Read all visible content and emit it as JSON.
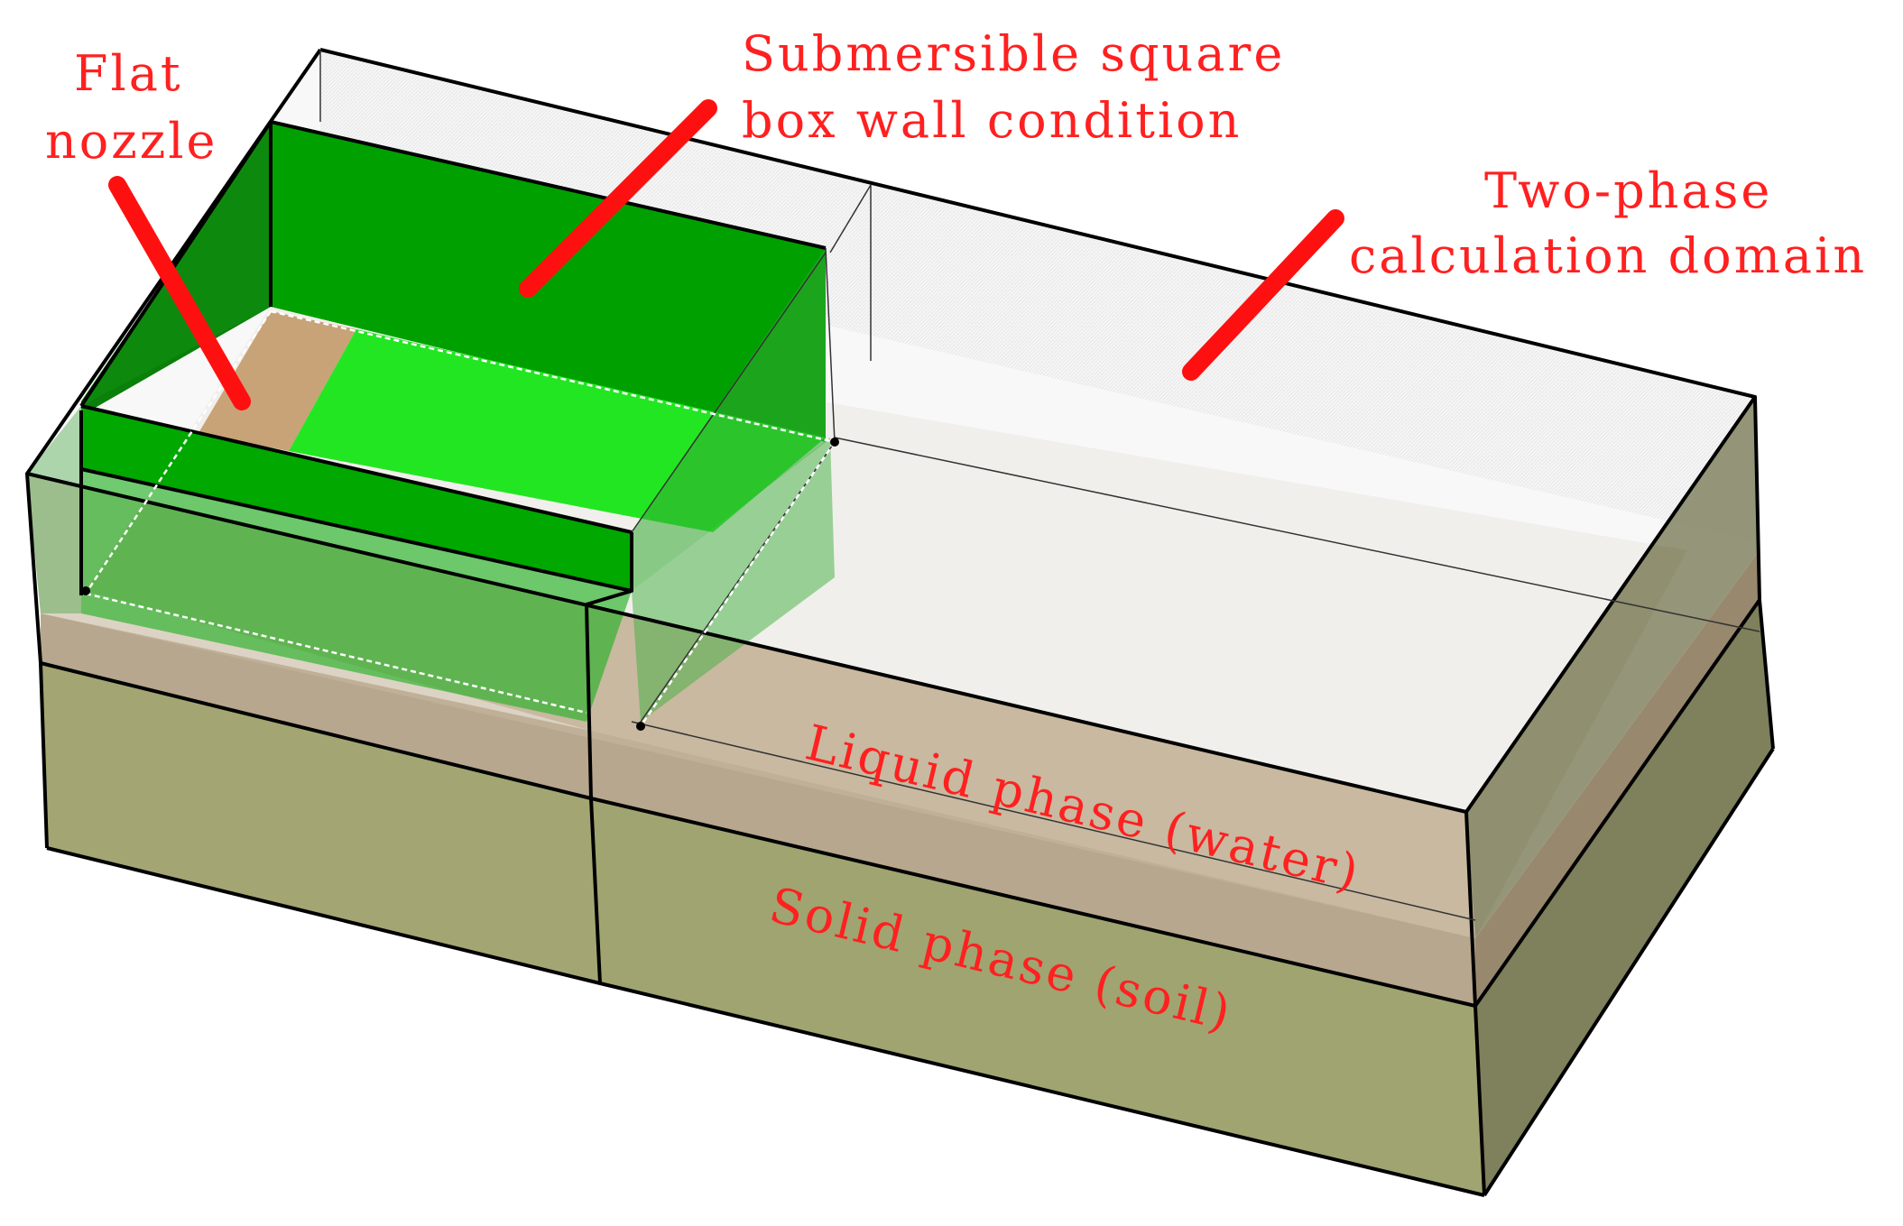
{
  "labels": {
    "flat_nozzle": [
      "Flat",
      "nozzle"
    ],
    "box_wall": [
      "Submersible square",
      "box wall condition"
    ],
    "two_phase": [
      "Two-phase",
      "calculation domain"
    ],
    "liquid_phase": "Liquid phase (water)",
    "solid_phase": "Solid phase (soil)"
  },
  "colors": {
    "label_red": "#ff2020",
    "pointer_red": "#ff1010",
    "soil_top_face": "#a3a672",
    "soil_side_face": "#7f805c",
    "water_face": "#bfae94",
    "water_top": "#cdbfa5",
    "water_side": "#98886e",
    "box_wall_dark": "#00a000",
    "box_wall_mid": "#0a8a0a",
    "nozzle_light_green": "#22e622",
    "nozzle_tan": "#c8a377",
    "domain_white": "#f6f6f6",
    "edge_black": "#000000"
  }
}
